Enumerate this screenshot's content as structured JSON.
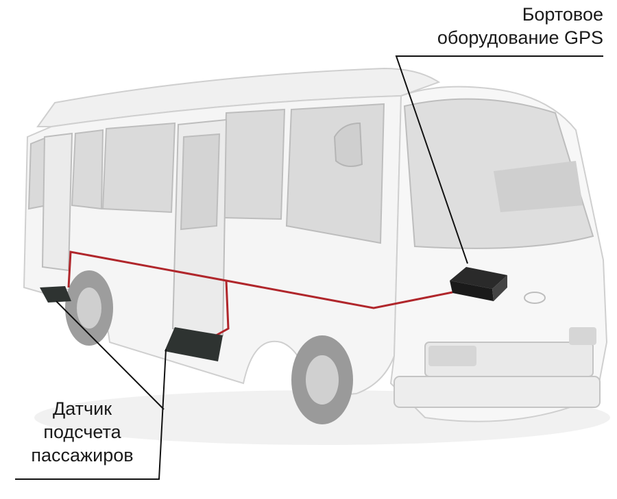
{
  "labels": {
    "gps_equipment": [
      "Бортовое",
      "оборудование GPS"
    ],
    "passenger_sensor": [
      "Датчик",
      "подсчета",
      "пассажиров"
    ]
  },
  "colors": {
    "wiring": "#b0262b",
    "leader_lines": "#111111",
    "bus_body": "#f4f4f4",
    "bus_outline": "#c9c9c9",
    "glass": "#d8d8d8",
    "sensor_mat": "#2e3331",
    "gps_device": "#2a2a2a"
  },
  "icons": {
    "gps_device": "onboard-gps-unit-icon",
    "sensor": "floor-sensor-mat-icon",
    "vehicle": "minibus-icon"
  }
}
